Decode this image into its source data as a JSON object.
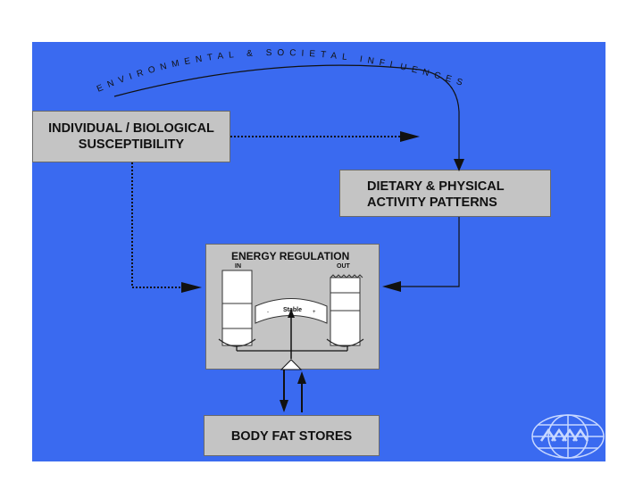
{
  "arc_label": "ENVIRONMENTAL & SOCIETAL INFLUENCES",
  "boxes": {
    "individual": [
      "INDIVIDUAL / BIOLOGICAL",
      "SUSCEPTIBILITY"
    ],
    "dietary": [
      "DIETARY  & PHYSICAL",
      "ACTIVITY PATTERNS"
    ],
    "energy_title": "ENERGY REGULATION",
    "energy_in": "IN",
    "energy_out": "OUT",
    "stable": "Stable",
    "minus": "-",
    "plus": "+",
    "body_fat": "BODY FAT STORES"
  },
  "colors": {
    "background": "#3a6af0",
    "box": "#c4c4c4"
  },
  "logo_icon": "globe-logo-icon"
}
